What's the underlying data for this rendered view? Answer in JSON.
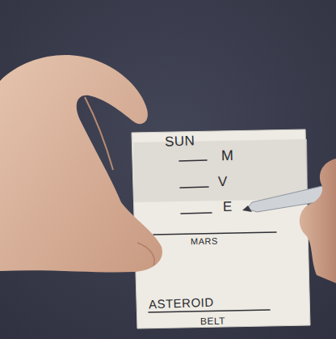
{
  "diagram": {
    "labels": [
      "SUN",
      "M",
      "V",
      "E",
      "MARS",
      "ASTEROID",
      "BELT"
    ]
  }
}
